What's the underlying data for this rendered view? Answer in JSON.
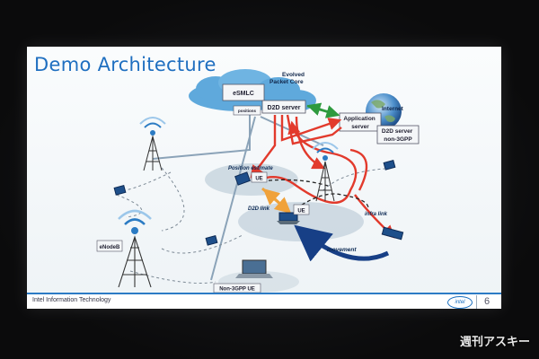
{
  "slide": {
    "title": "Demo Architecture",
    "footer_text": "Intel Information Technology",
    "logo_text": "intel",
    "page_number": "6"
  },
  "diagram": {
    "core_network": "Evolved Packet Core",
    "esmlc": "eSMLC",
    "positions": "positions",
    "d2d_server": "D2D server",
    "internet": "Internet",
    "app_server": "Application server",
    "d2d_server_non3gpp": "D2D server non-3GPP",
    "position_estimate": "Position estimate",
    "ue_1": "UE",
    "ue_2": "UE",
    "d2d_link": "D2D link",
    "infra_link": "infra link",
    "movement": "movement",
    "enodeb": "eNodeB",
    "non3gpp_ue": "Non-3GPP UE"
  },
  "colors": {
    "title_blue": "#1f6fc0",
    "cloud_blue": "#5fa9dc",
    "red_link": "#e23a2c",
    "green_link": "#2e9a3e",
    "orange_link": "#f0a23a",
    "movement_arrow": "#173f86"
  },
  "watermark": "週刊アスキー"
}
